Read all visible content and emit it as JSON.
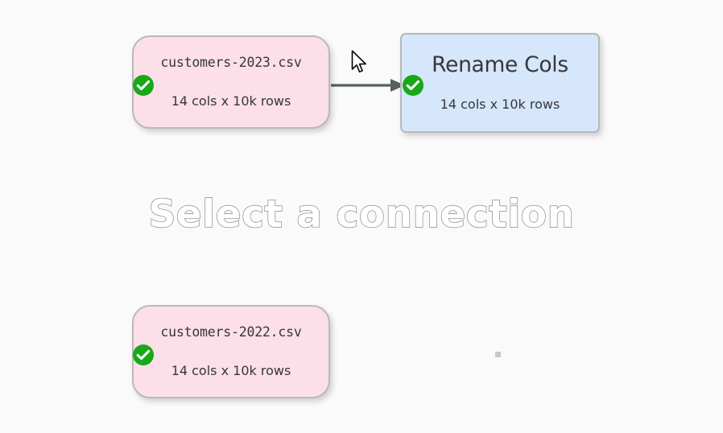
{
  "app": {
    "canvas_background": "#fafafa",
    "overlay_message": "Select a connection"
  },
  "palette": {
    "dataset_fill": "#fcdfe8",
    "transform_fill": "#d6e6fb",
    "node_border": "#b9b9b9",
    "status_ok": "#18a818",
    "edge_stroke": "#556060",
    "text": "#36363c",
    "overlay_text_fill": "#ffffff",
    "overlay_text_stroke": "#8a8a90",
    "handle_dot": "#c9c9c9"
  },
  "nodes": [
    {
      "id": "customers-2023",
      "kind": "dataset",
      "title": "customers-2023.csv",
      "subtitle": "14 cols x 10k rows",
      "status": "ok",
      "status_icon": "check-circle-icon"
    },
    {
      "id": "rename-cols",
      "kind": "transform",
      "title": "Rename Cols",
      "subtitle": "14 cols x 10k rows",
      "status": "ok",
      "status_icon": "check-circle-icon"
    },
    {
      "id": "customers-2022",
      "kind": "dataset",
      "title": "customers-2022.csv",
      "subtitle": "14 cols x 10k rows",
      "status": "ok",
      "status_icon": "check-circle-icon"
    }
  ],
  "edges": [
    {
      "id": "edge-2023-to-rename",
      "from": "customers-2023",
      "to": "rename-cols",
      "arrow_icon": "arrow-right-icon"
    }
  ],
  "handles": [
    {
      "id": "handle-dot",
      "icon": "connection-handle-icon"
    }
  ],
  "cursor": {
    "icon": "mouse-pointer-icon"
  }
}
